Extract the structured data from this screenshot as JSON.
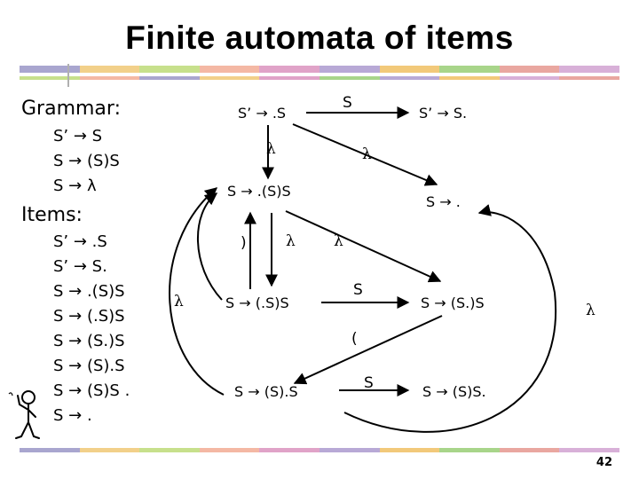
{
  "slide": {
    "title": "Finite automata of items",
    "page_number": "42"
  },
  "grammar": {
    "heading": "Grammar:",
    "rules": [
      "S’ → S",
      "S → (S)S",
      "S → λ"
    ]
  },
  "items": {
    "heading": "Items:",
    "list": [
      "S’ → .S",
      "S’ → S.",
      "S → .(S)S",
      "S → (.S)S",
      "S → (S.)S",
      "S → (S).S",
      "S → (S)S .",
      "S → ."
    ]
  },
  "automaton": {
    "nodes": {
      "n1": "S’ → .S",
      "n2": "S’ → S.",
      "n3": "S → .(S)S",
      "n4": "S → .",
      "n5": "S → (.S)S",
      "n6": "S → (S.)S",
      "n7": "S → (S).S",
      "n8": "S → (S)S."
    },
    "labels": {
      "e12": "S",
      "e13": "λ",
      "e14": "λ",
      "paren_close": ")",
      "lam_mid": "λ",
      "lam_right": "λ",
      "e56": "S",
      "lam_left": "λ",
      "open_paren": "(",
      "e78": "S",
      "lam_far": "λ"
    }
  },
  "colors": {
    "bar": [
      "#a9a6cf",
      "#f2d08a",
      "#c7e08c",
      "#f4b8a4",
      "#e0a3c8",
      "#b8a9d6",
      "#f2c97a",
      "#a8d58a",
      "#e9a7a0",
      "#d8b0d8"
    ]
  }
}
